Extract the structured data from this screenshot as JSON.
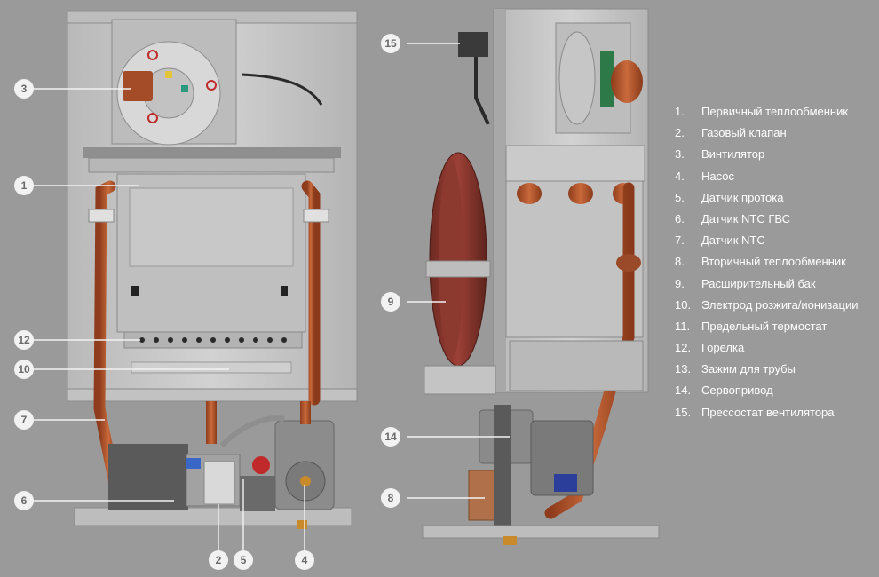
{
  "colors": {
    "background": "#9a9a9a",
    "badge_fill": "#f2f2f2",
    "badge_text": "#6a6a6a",
    "leader_line": "#f2f2f2",
    "legend_text": "#ffffff",
    "pipe_copper": "#b4572e",
    "housing_steel": "#c9c9c9"
  },
  "callouts": [
    "1",
    "2",
    "3",
    "4",
    "5",
    "6",
    "7",
    "8",
    "9",
    "10",
    "12",
    "14",
    "15"
  ],
  "legend": {
    "items": [
      {
        "num": "1.",
        "text": "Первичный теплообменник"
      },
      {
        "num": "2.",
        "text": "Газовый клапан"
      },
      {
        "num": "3.",
        "text": "Винтилятор"
      },
      {
        "num": "4.",
        "text": "Насос"
      },
      {
        "num": "5.",
        "text": "Датчик протока"
      },
      {
        "num": "6.",
        "text": "Датчик NTC ГВС"
      },
      {
        "num": "7.",
        "text": "Датчик NTC"
      },
      {
        "num": "8.",
        "text": "Вторичный теплообменник"
      },
      {
        "num": "9.",
        "text": "Расширительный бак"
      },
      {
        "num": "10.",
        "text": "Электрод розжига/ионизации"
      },
      {
        "num": "11.",
        "text": "Предельный термостат"
      },
      {
        "num": "12.",
        "text": "Горелка"
      },
      {
        "num": "13.",
        "text": "Зажим для трубы"
      },
      {
        "num": "14.",
        "text": "Сервопривод"
      },
      {
        "num": "15.",
        "text": "Прессостат вентилятора"
      }
    ]
  }
}
